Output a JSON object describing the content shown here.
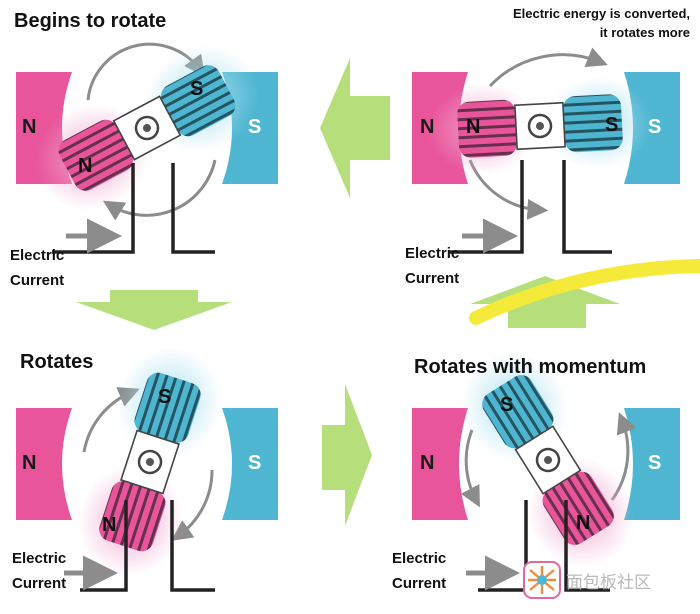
{
  "panels": {
    "top_left": {
      "title": "Begins to rotate",
      "magnet_left": "N",
      "magnet_right": "S",
      "coil_top_pole": "S",
      "coil_bottom_pole": "N",
      "current_line1": "Electric",
      "current_line2": "Current"
    },
    "top_right": {
      "note_line1": "Electric energy is converted,",
      "note_line2": "it rotates  more",
      "magnet_left": "N",
      "magnet_right": "S",
      "coil_left_pole": "N",
      "coil_right_pole": "S",
      "current_line1": "Electric",
      "current_line2": "Current"
    },
    "bottom_left": {
      "title": "Rotates",
      "magnet_left": "N",
      "magnet_right": "S",
      "coil_top_pole": "S",
      "coil_bottom_pole": "N",
      "current_line1": "Electric",
      "current_line2": "Current"
    },
    "bottom_right": {
      "title": "Rotates with momentum",
      "magnet_left": "N",
      "magnet_right": "S",
      "coil_top_pole": "S",
      "coil_bottom_pole": "N",
      "current_line1": "Electric",
      "current_line2": "Current"
    }
  },
  "watermark": "面包板社区",
  "colors": {
    "north": "#e8559a",
    "north_glow": "#f0a7cf",
    "south": "#4fb6d2",
    "south_glow": "#a9dff0",
    "flow_arrow": "#b6de7a",
    "coil_stripe": "#333333",
    "highlight": "#f5ea3a"
  }
}
